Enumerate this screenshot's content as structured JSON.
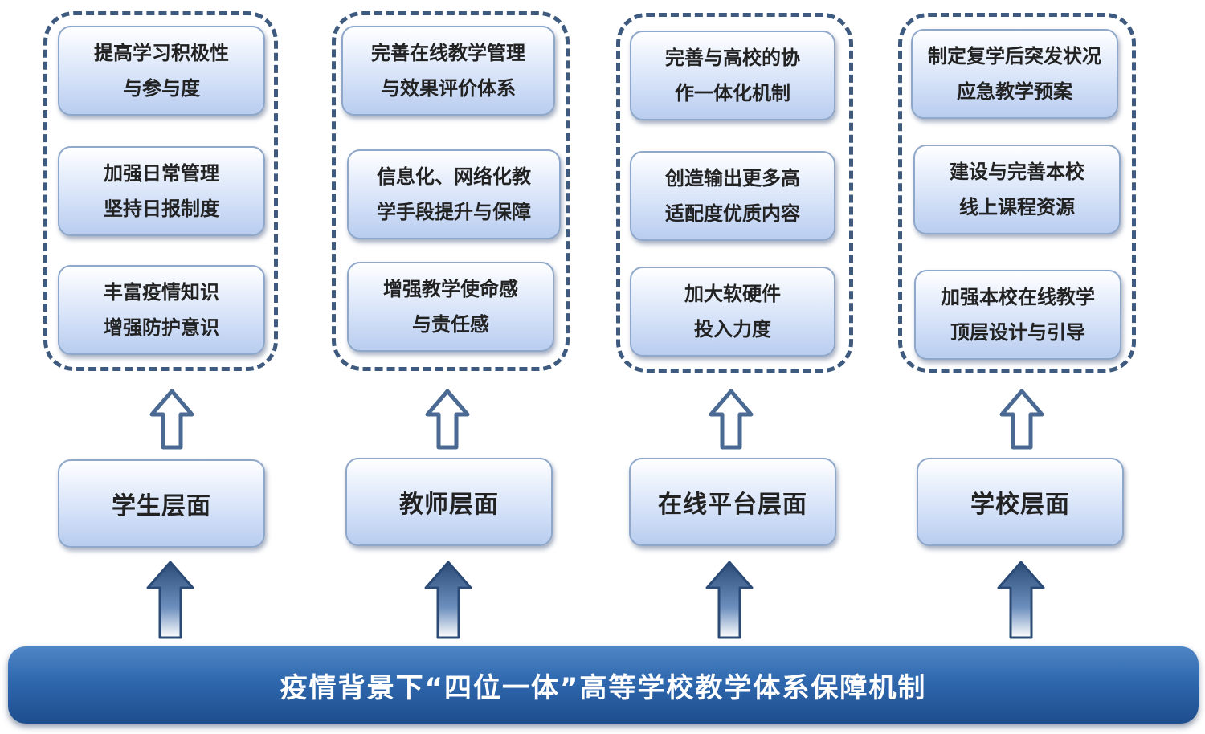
{
  "columns": [
    {
      "level": "学生层面",
      "items": [
        "提高学习积极性\n与参与度",
        "加强日常管理\n坚持日报制度",
        "丰富疫情知识\n增强防护意识"
      ]
    },
    {
      "level": "教师层面",
      "items": [
        "完善在线教学管理\n与效果评价体系",
        "信息化、网络化教\n学手段提升与保障",
        "增强教学使命感\n与责任感"
      ]
    },
    {
      "level": "在线平台层面",
      "items": [
        "完善与高校的协\n作一体化机制",
        "创造输出更多高\n适配度优质内容",
        "加大软硬件\n投入力度"
      ]
    },
    {
      "level": "学校层面",
      "items": [
        "制定复学后突发状况\n应急教学预案",
        "建设与完善本校\n线上课程资源",
        "加强本校在线教学\n顶层设计与引导"
      ]
    }
  ],
  "banner": "疫情背景下“四位一体”高等学校教学体系保障机制",
  "colors": {
    "group_border": "#3e5a7e",
    "box_border": "#8fa7c9",
    "banner": "#2f68ae",
    "arrow": "#4a6a93"
  },
  "icons": [
    "up-arrow-icon"
  ]
}
